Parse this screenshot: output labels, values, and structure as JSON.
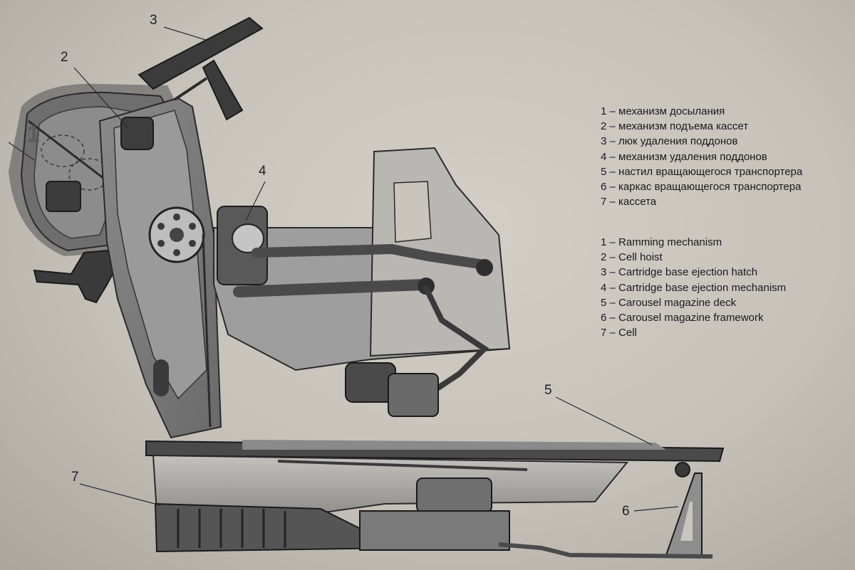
{
  "legend_ru": [
    {
      "num": "1",
      "text": "механизм досылания"
    },
    {
      "num": "2",
      "text": "механизм подъема кассет"
    },
    {
      "num": "3",
      "text": "люк удаления поддонов"
    },
    {
      "num": "4",
      "text": "механизм удаления поддонов"
    },
    {
      "num": "5",
      "text": "настил вращающегося транспортера"
    },
    {
      "num": "6",
      "text": "каркас вращающегося транспортера"
    },
    {
      "num": "7",
      "text": "кассета"
    }
  ],
  "legend_en": [
    {
      "num": "1",
      "text": "Ramming mechanism"
    },
    {
      "num": "2",
      "text": "Cell hoist"
    },
    {
      "num": "3",
      "text": "Cartridge base ejection hatch"
    },
    {
      "num": "4",
      "text": "Cartridge base ejection mechanism"
    },
    {
      "num": "5",
      "text": "Carousel magazine deck"
    },
    {
      "num": "6",
      "text": "Carousel magazine framework"
    },
    {
      "num": "7",
      "text": "Cell"
    }
  ],
  "separator": "–",
  "callouts": {
    "c1": "1",
    "c2": "2",
    "c3": "3",
    "c4": "4",
    "c5": "5",
    "c6": "6",
    "c7": "7"
  },
  "colors": {
    "machine_dark": "#3c3c3c",
    "machine_mid": "#7b7b7b",
    "machine_light": "#a9a9a9",
    "panel": "#b3b1ad",
    "text": "#1a1a1a"
  }
}
